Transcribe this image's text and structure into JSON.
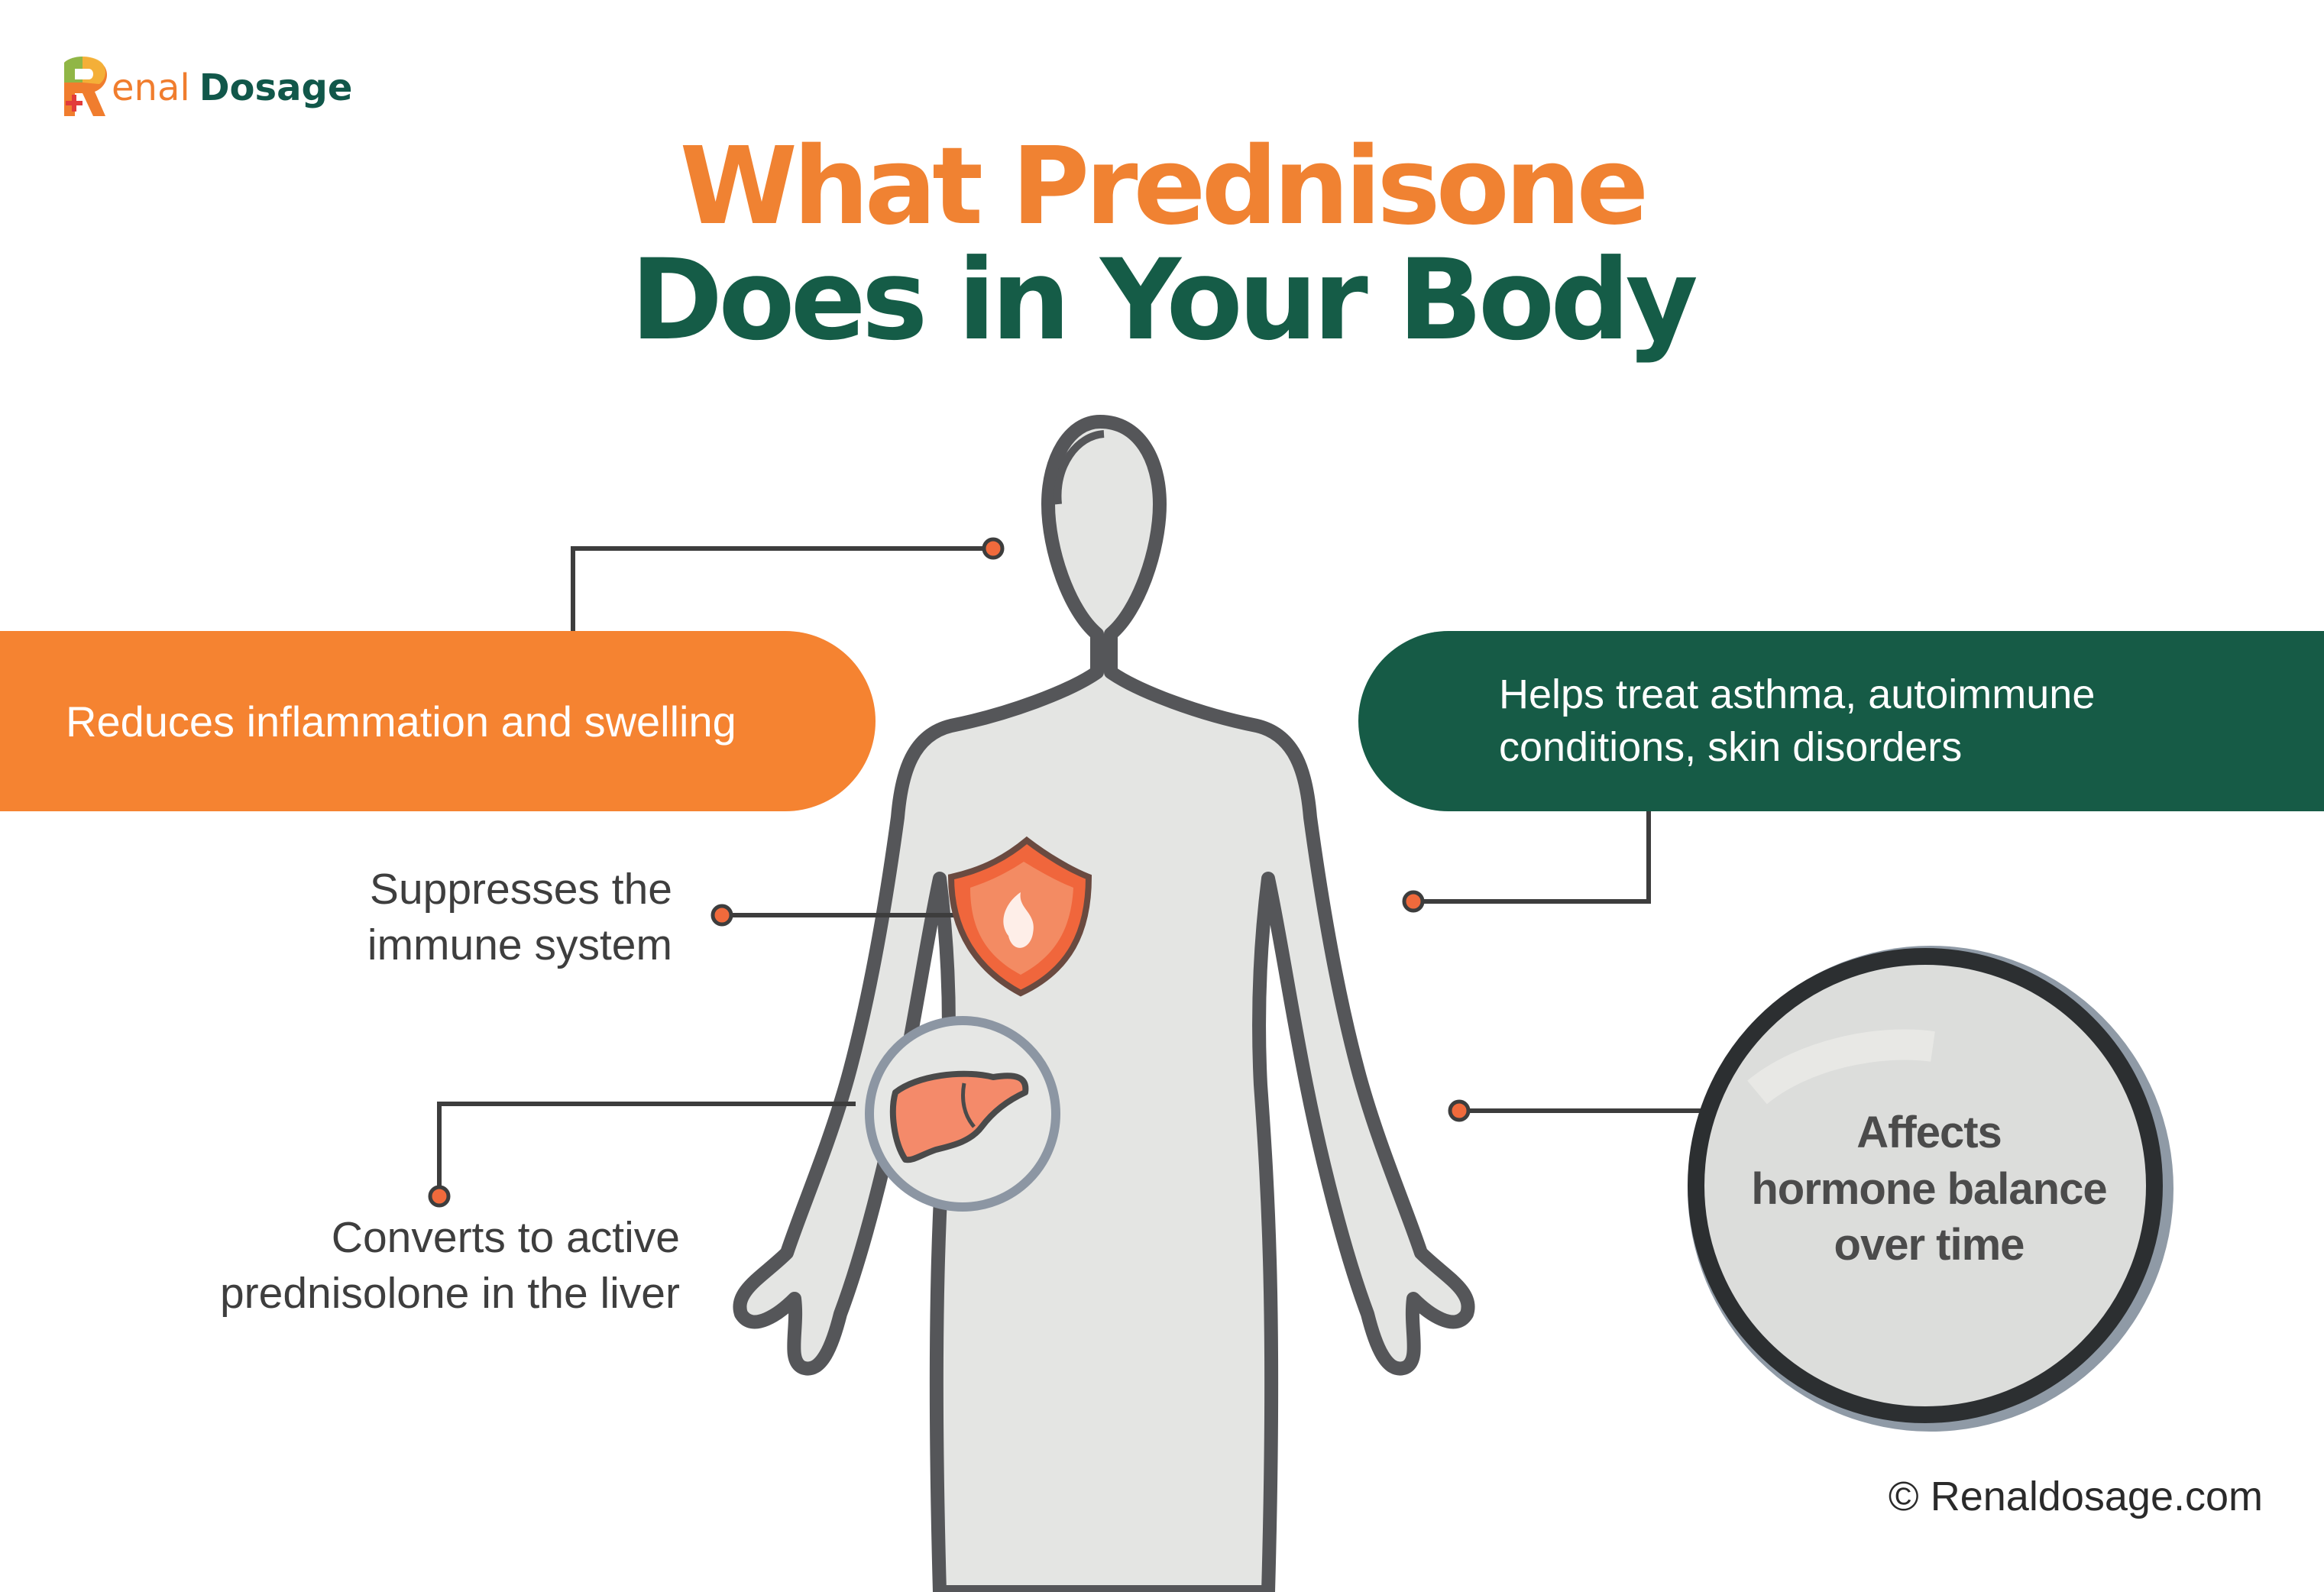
{
  "brand": {
    "logo_letter": "R",
    "name_part1": "enal",
    "name_part2": "Dosage",
    "colors": {
      "orange": "#f58331",
      "green": "#165b46"
    }
  },
  "title": {
    "line1": "What Prednisone",
    "line2": "Does in Your Body"
  },
  "callouts": {
    "inflammation": "Reduces inflammation and swelling",
    "conditions": "Helps treat asthma, autoimmune conditions, skin disorders",
    "immune_line1": "Suppresses the",
    "immune_line2": "immune system",
    "liver_line1": "Converts to active",
    "liver_line2": "prednisolone in the liver",
    "hormone_line1": "Affects",
    "hormone_line2": "hormone balance",
    "hormone_line3": "over time"
  },
  "icons": {
    "body": "human-body-silhouette",
    "immune": "shield-icon",
    "liver": "liver-icon"
  },
  "footer": {
    "copyright_symbol": "©",
    "site": "Renaldosage.com"
  }
}
